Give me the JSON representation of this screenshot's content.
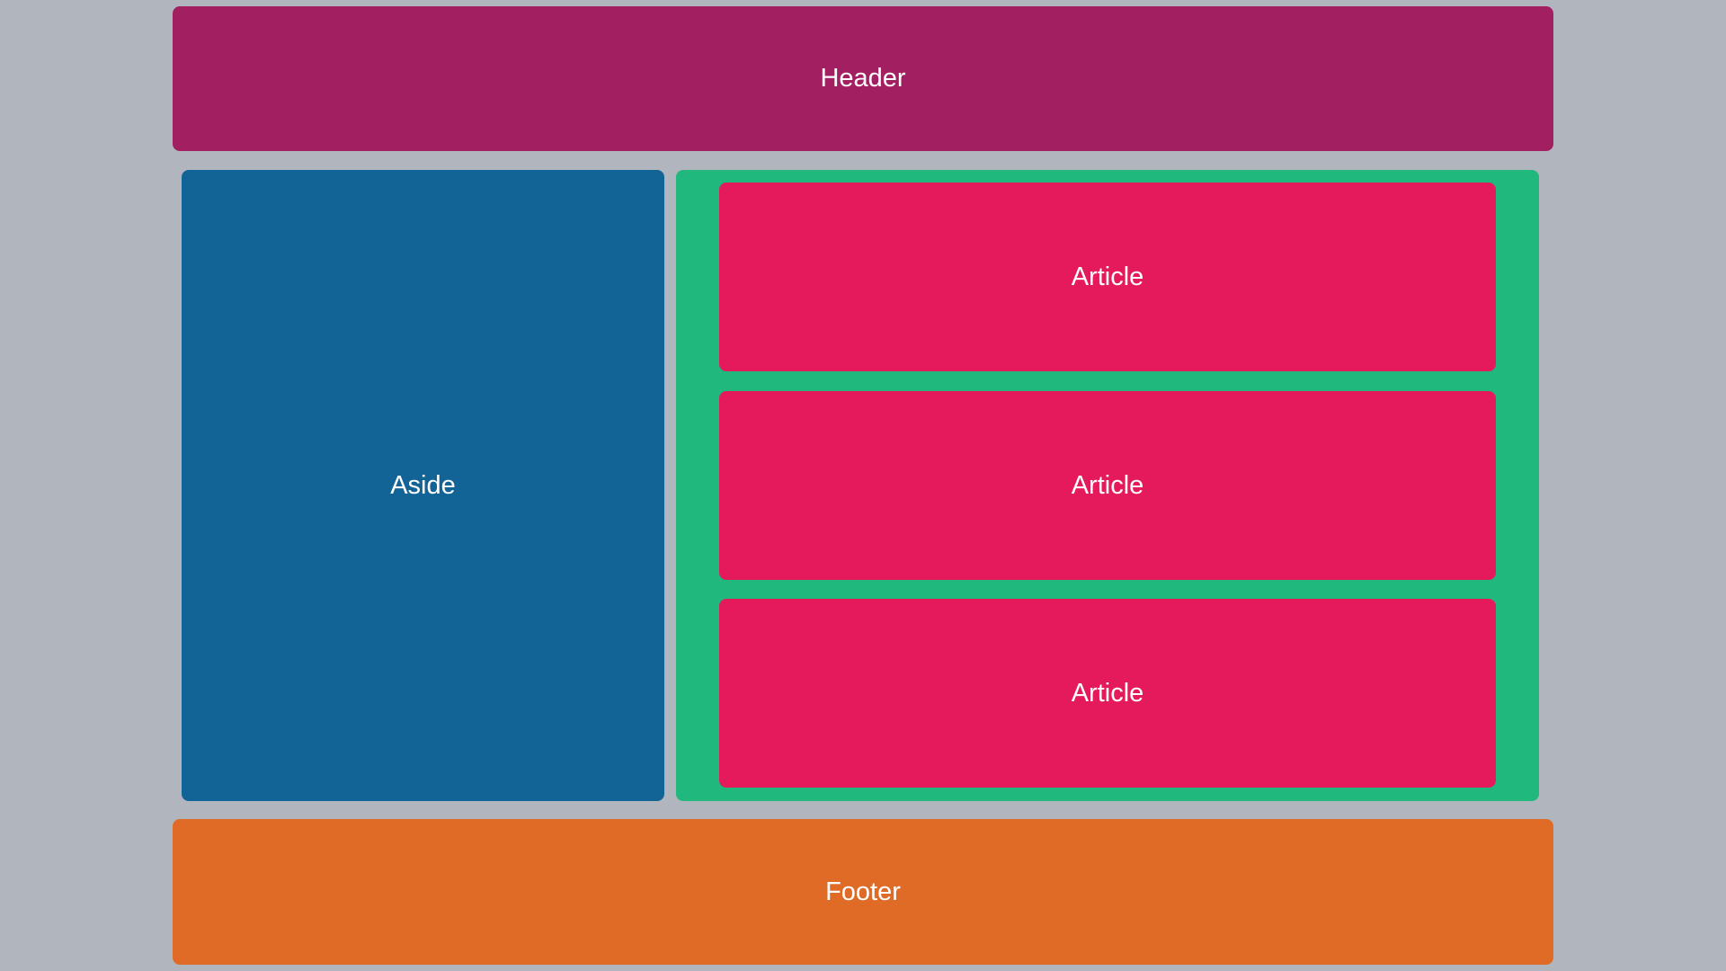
{
  "header": {
    "label": "Header",
    "color": "#a21f62"
  },
  "aside": {
    "label": "Aside",
    "color": "#126496"
  },
  "main": {
    "color": "#21b87d",
    "articles": [
      {
        "label": "Article",
        "color": "#e41a5c"
      },
      {
        "label": "Article",
        "color": "#e41a5c"
      },
      {
        "label": "Article",
        "color": "#e41a5c"
      }
    ]
  },
  "footer": {
    "label": "Footer",
    "color": "#e06b26"
  },
  "background_color": "#b0b5be"
}
